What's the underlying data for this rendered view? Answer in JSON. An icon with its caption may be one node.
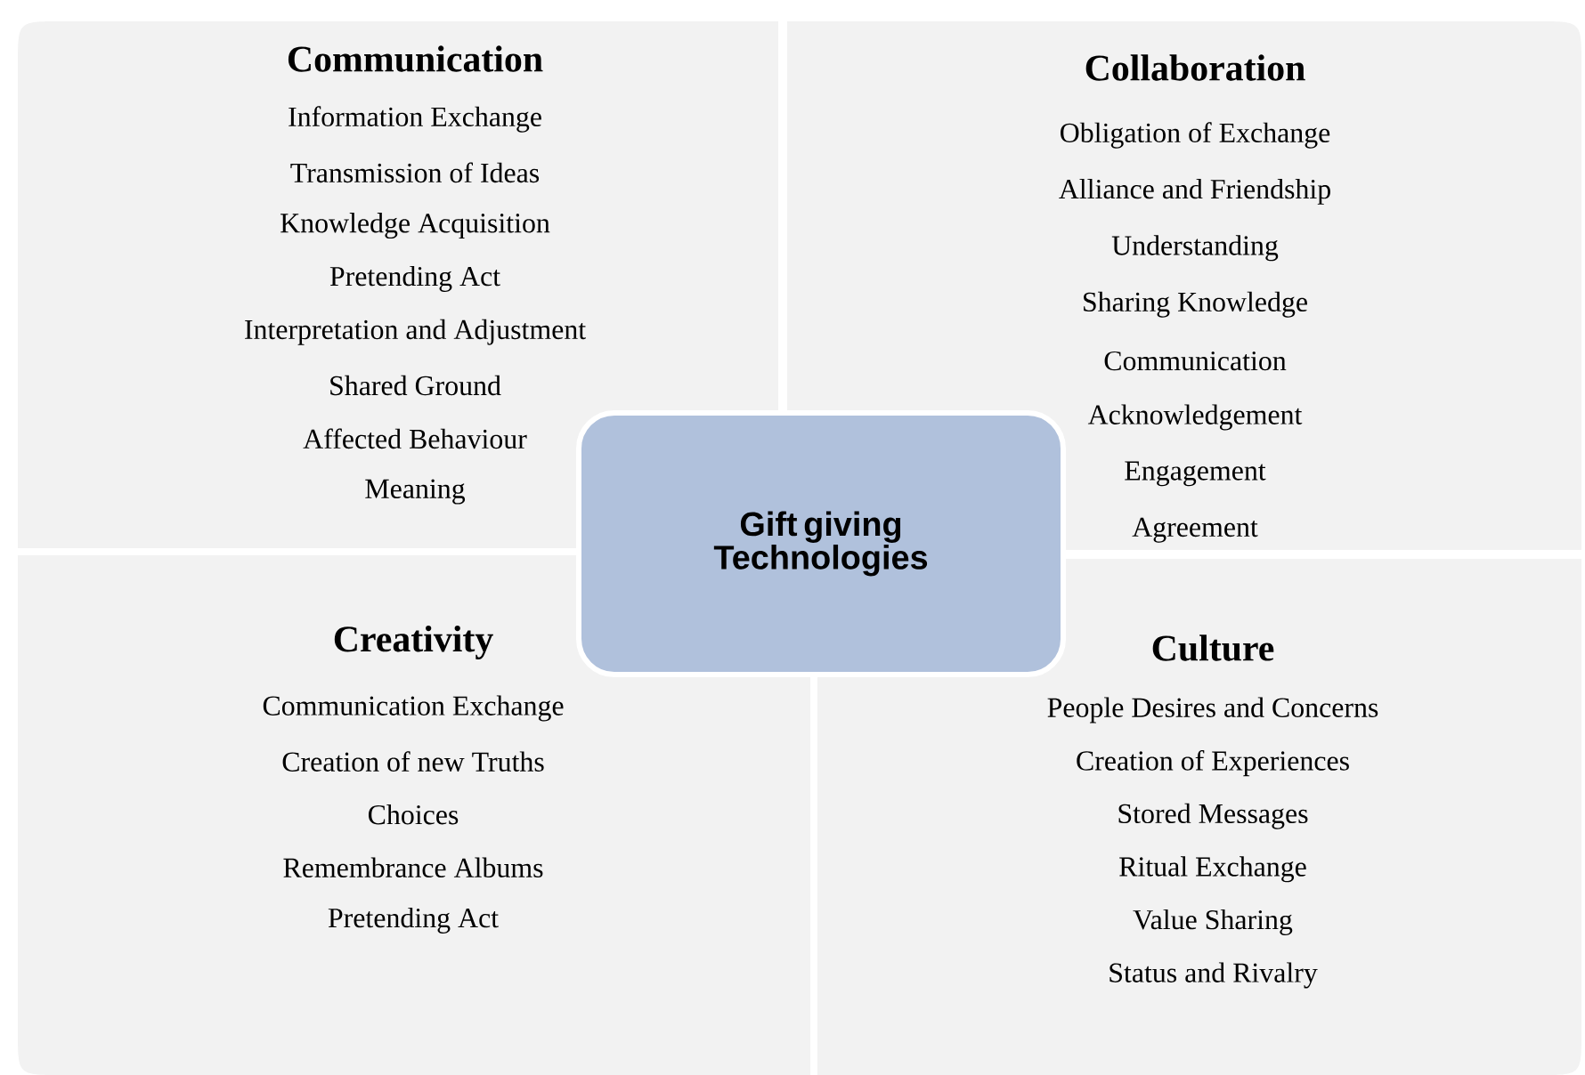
{
  "diagram": {
    "nodes": [
      {
        "text": [
          "Communication",
          "Information Exchange",
          "Transmission of Ideas",
          "Knowledge Acquisition",
          "Pretending Act",
          "Interpretation and Adjustment",
          "Shared Ground",
          "Affected Behaviour",
          "Meaning"
        ]
      },
      {
        "text": [
          "Collaboration",
          "Obligation of Exchange",
          "Alliance and Friendship",
          "Understanding",
          "Sharing Knowledge",
          "Communication",
          "Acknowledgement",
          "Engagement",
          "Agreement"
        ]
      },
      {
        "text": [
          "Creativity",
          "Communication Exchange",
          "Creation of new Truths",
          "Choices",
          "Remembrance Albums",
          "Pretending Act"
        ]
      },
      {
        "text": [
          "Culture",
          "People  Desires and Concerns",
          "Creation of Experiences",
          "Stored Messages",
          "Ritual Exchange",
          "Value Sharing",
          "Status and Rivalry"
        ]
      },
      {
        "text": [
          "Gift giving Technologies"
        ]
      }
    ]
  }
}
